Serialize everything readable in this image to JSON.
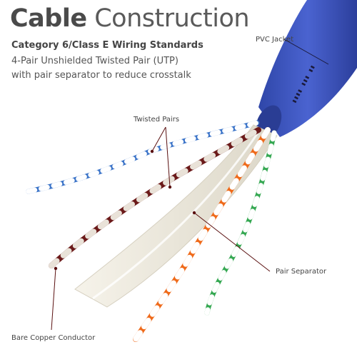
{
  "header": {
    "title_bold": "Cable",
    "title_light": "Construction",
    "subtitle": "Category 6/Class E Wiring Standards",
    "description_lines": [
      "4-Pair Unshielded Twisted Pair (UTP)",
      "with pair separator to reduce crosstalk"
    ]
  },
  "callouts": {
    "pvc_jacket": "PVC Jacket",
    "twisted_pairs": "Twisted Pairs",
    "pair_separator": "Pair Separator",
    "bare_copper": "Bare Copper Conductor"
  },
  "colors": {
    "jacket": "#3b54c2",
    "blue_pair": "#3a73c8",
    "brown_pair": "#6b1a1a",
    "orange_pair": "#ef6a1a",
    "green_pair": "#35a852",
    "separator": "#eeeade",
    "leader_line": "#5a1010"
  }
}
